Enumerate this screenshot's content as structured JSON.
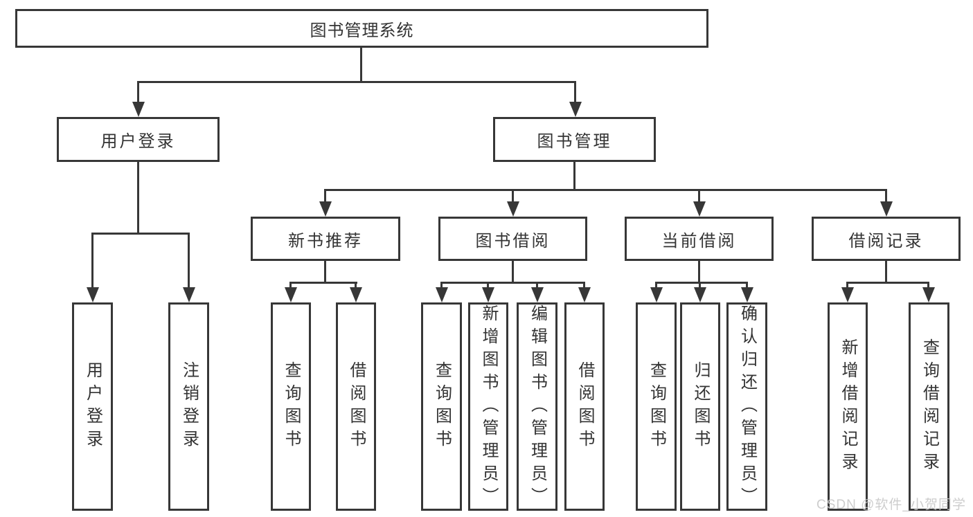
{
  "diagram": {
    "type": "hierarchy-tree",
    "title": "图书管理系统",
    "colors": {
      "line": "#373737",
      "text": "#333333",
      "background": "#ffffff",
      "watermark": "#c8c8c8"
    },
    "watermark": "CSDN @软件_小贺同学",
    "nodes": {
      "root": "图书管理系统",
      "user_login_group": "用户登录",
      "book_mgmt_group": "图书管理",
      "new_book_rec": "新书推荐",
      "book_borrow": "图书借阅",
      "current_borrow": "当前借阅",
      "borrow_record": "借阅记录",
      "leaf_user_login": "用户登录",
      "leaf_logout": "注销登录",
      "leaf_rec_query": "查询图书",
      "leaf_rec_borrow": "借阅图书",
      "leaf_bb_query": "查询图书",
      "leaf_bb_add": "新增图书（管理员）",
      "leaf_bb_edit": "编辑图书（管理员）",
      "leaf_bb_borrow": "借阅图书",
      "leaf_cb_query": "查询图书",
      "leaf_cb_return": "归还图书",
      "leaf_cb_confirm": "确认归还（管理员）",
      "leaf_br_add": "新增借阅记录",
      "leaf_br_query": "查询借阅记录"
    },
    "structure": {
      "图书管理系统": {
        "用户登录": [
          "用户登录",
          "注销登录"
        ],
        "图书管理": {
          "新书推荐": [
            "查询图书",
            "借阅图书"
          ],
          "图书借阅": [
            "查询图书",
            "新增图书（管理员）",
            "编辑图书（管理员）",
            "借阅图书"
          ],
          "当前借阅": [
            "查询图书",
            "归还图书",
            "确认归还（管理员）"
          ],
          "借阅记录": [
            "新增借阅记录",
            "查询借阅记录"
          ]
        }
      }
    }
  }
}
